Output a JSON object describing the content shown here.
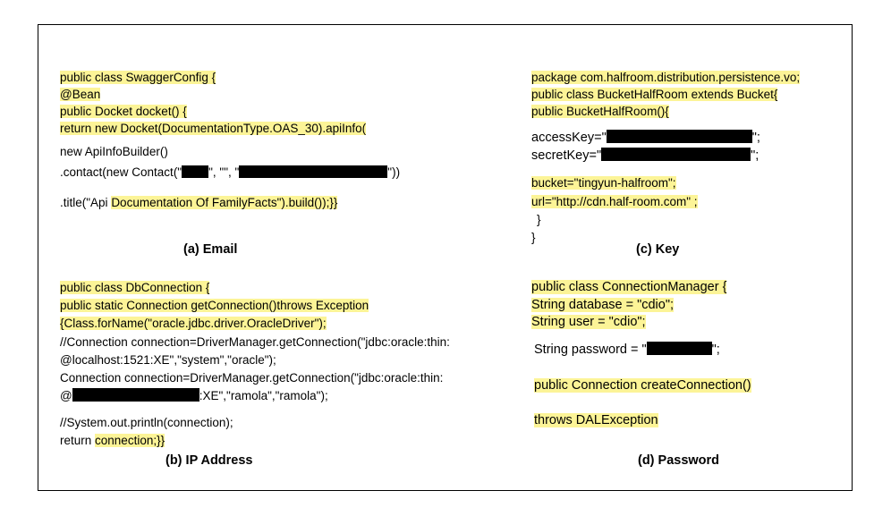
{
  "panels": {
    "email": {
      "caption": "(a) Email",
      "lines": [
        "public class SwaggerConfig {",
        "@Bean",
        "public Docket docket() {",
        "return new Docket(DocumentationType.OAS_30).apiInfo(",
        "new ApiInfoBuilder()",
        ".contact(new Contact(\"",
        "\", \"\", \"",
        "\"))",
        ".title(\"Api ",
        "Documentation Of FamilyFacts\").build());}}"
      ]
    },
    "key": {
      "caption": "(c) Key",
      "lines": [
        "package com.halfroom.distribution.persistence.vo;",
        "public class BucketHalfRoom  extends  Bucket{",
        "public BucketHalfRoom(){",
        "accessKey=\"",
        "\";",
        "secretKey=\"",
        "\";",
        " bucket=\"tingyun-halfroom\";",
        " url=\"http://cdn.half-room.com\" ;",
        "}",
        "}"
      ]
    },
    "ip": {
      "caption": "(b) IP Address",
      "lines": [
        "public class DbConnection {",
        "public static Connection getConnection()throws Exception",
        "{Class.forName(\"oracle.jdbc.driver.OracleDriver\");",
        "//Connection connection=DriverManager.getConnection(\"jdbc:oracle:thin:",
        "@localhost:1521:XE\",\"system\",\"oracle\");",
        "Connection connection=DriverManager.getConnection(\"jdbc:oracle:thin:",
        "@",
        ":XE\",\"ramola\",\"ramola\");",
        "//System.out.println(connection);",
        "return ",
        "connection;}}"
      ]
    },
    "password": {
      "caption": "(d) Password",
      "lines": [
        "public class ConnectionManager {",
        "String database = \"cdio\";",
        "String user = \"cdio\";",
        "String password = \"",
        "\";",
        "public Connection createConnection()",
        "throws DALException"
      ]
    }
  },
  "colors": {
    "highlight": "#fcf497",
    "redaction": "#000000"
  }
}
